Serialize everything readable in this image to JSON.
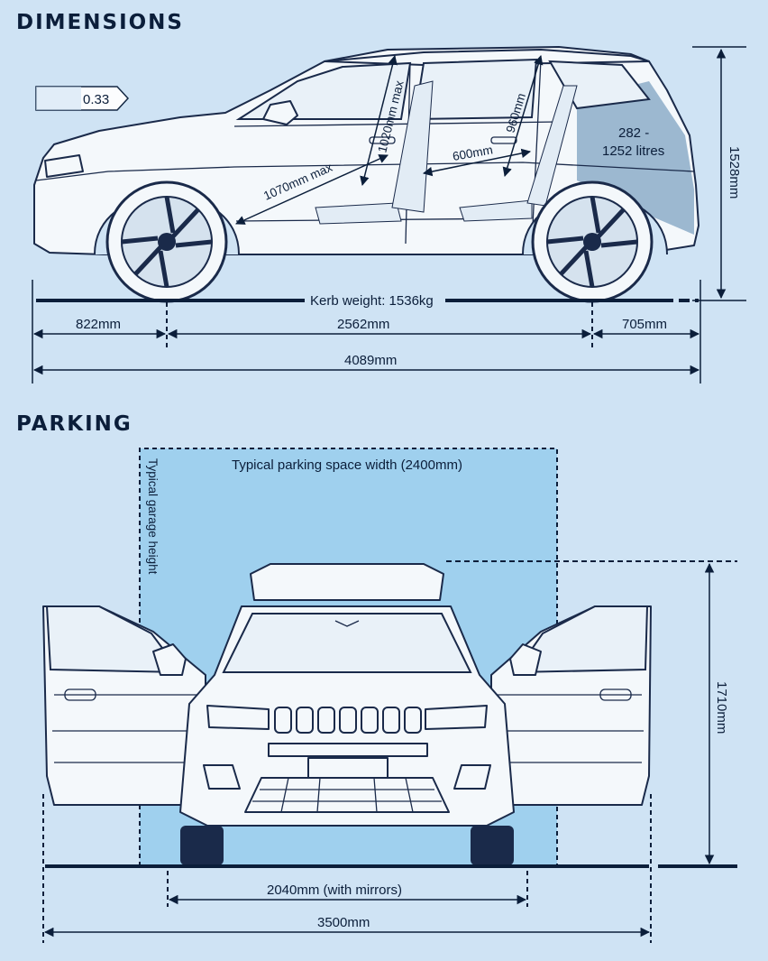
{
  "sections": {
    "dimensions_title": "DIMENSIONS",
    "parking_title": "PARKING"
  },
  "side_view": {
    "drag_coefficient": "0.33",
    "front_headroom": "1020mm max",
    "rear_headroom": "960mm",
    "front_legroom": "1070mm max",
    "rear_legroom": "600mm",
    "boot_capacity_line1": "282 -",
    "boot_capacity_line2": "1252 litres",
    "height": "1528mm",
    "kerb_weight": "Kerb weight: 1536kg",
    "front_overhang": "822mm",
    "wheelbase": "2562mm",
    "rear_overhang": "705mm",
    "length": "4089mm"
  },
  "front_view": {
    "parking_space_width": "Typical parking space width (2400mm)",
    "garage_height": "Typical garage height",
    "height_doors_open": "1710mm",
    "width_with_mirrors": "2040mm (with mirrors)",
    "width_doors_open": "3500mm"
  },
  "colors": {
    "background": "#cfe3f4",
    "parking_space": "#9fd0ee",
    "boot_highlight": "#7fa3c2",
    "ink": "#0b1e3a"
  }
}
